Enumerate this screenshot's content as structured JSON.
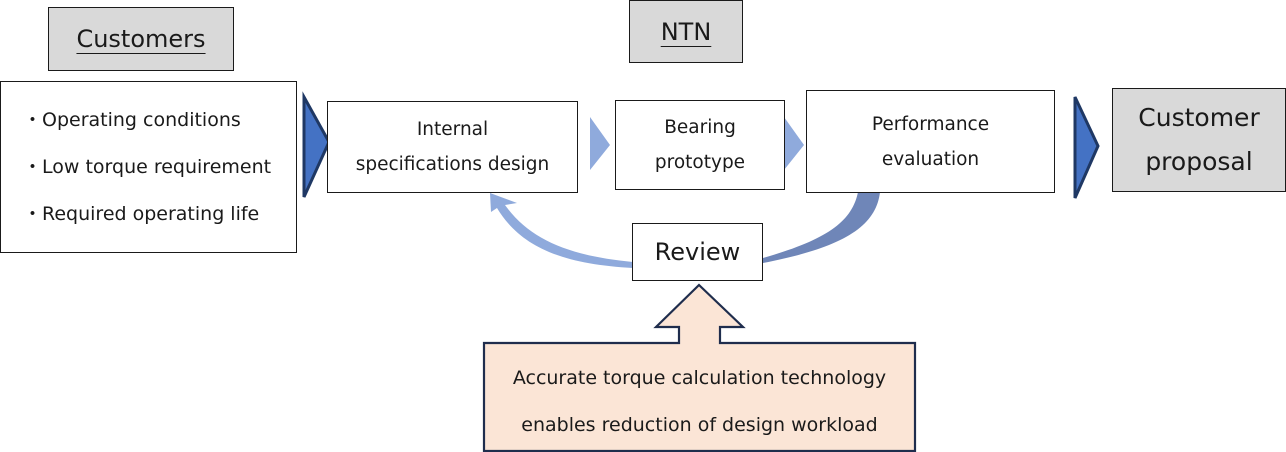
{
  "headers": {
    "customers": "Customers",
    "ntn": "NTN"
  },
  "customer_requirements": [
    "・Operating conditions",
    "・Low torque requirement",
    "・Required operating life"
  ],
  "steps": [
    {
      "line1": "Internal",
      "line2": "specifications design"
    },
    {
      "line1": "Bearing",
      "line2": "prototype"
    },
    {
      "line1": "Performance",
      "line2": "evaluation"
    }
  ],
  "proposal": {
    "line1": "Customer",
    "line2": "proposal"
  },
  "review": "Review",
  "note": {
    "line1": "Accurate torque calculation technology",
    "line2": "enables reduction of design workload"
  },
  "colors": {
    "dark_arrow_fill": "#4472c4",
    "dark_arrow_stroke": "#1f3864",
    "light_arrow": "#8faadc",
    "feedback_dark": "#6f86b8",
    "note_fill": "#fbe5d6",
    "note_stroke": "#1f2d4d",
    "header_fill": "#d9d9d9"
  }
}
